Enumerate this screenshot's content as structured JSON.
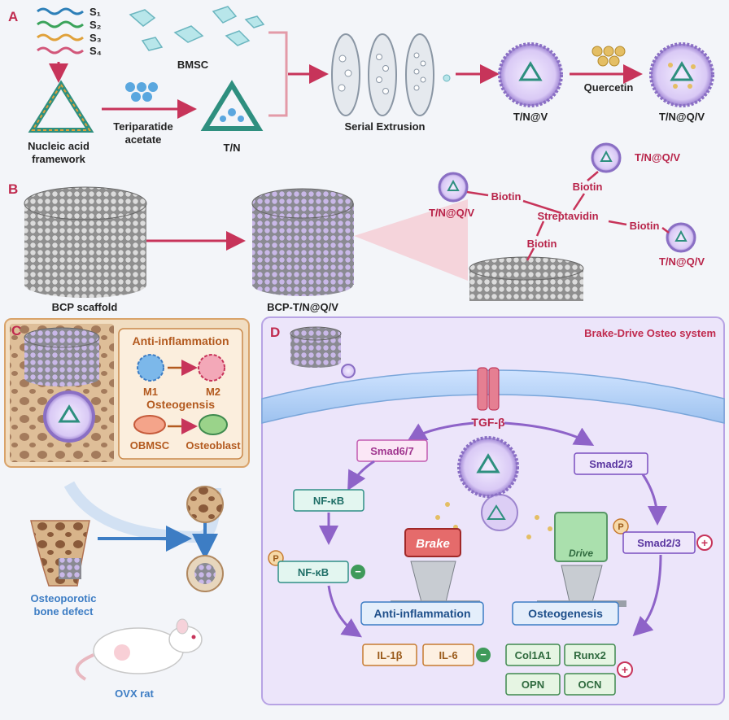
{
  "panel_a": {
    "tag": "A",
    "strands": [
      "S₁",
      "S₂",
      "S₃",
      "S₄"
    ],
    "bmsc": "BMSC",
    "nucleic_line1": "Nucleic acid",
    "nucleic_line2": "framework",
    "teri_line1": "Teriparatide",
    "teri_line2": "acetate",
    "tn": "T/N",
    "serial": "Serial Extrusion",
    "tnv": "T/N@V",
    "quercetin": "Quercetin",
    "tnqv": "T/N@Q/V"
  },
  "panel_b": {
    "tag": "B",
    "bcp": "BCP scaffold",
    "bcp_tnqv": "BCP-T/N@Q/V",
    "biotin": "Biotin",
    "streptavidin": "Streptavidin",
    "tnqv": "T/N@Q/V"
  },
  "panel_c": {
    "tag": "C",
    "anti": "Anti-inflammation",
    "m1": "M1",
    "m2": "M2",
    "osteo": "Osteogensis",
    "obmsc": "OBMSC",
    "osteoblast": "Osteoblast",
    "defect_line1": "Osteoporotic",
    "defect_line2": "bone defect",
    "rat": "OVX rat"
  },
  "panel_d": {
    "tag": "D",
    "title": "Brake-Drive Osteo system",
    "tgf": "TGF-β",
    "smad67": "Smad6/7",
    "smad23": "Smad2/3",
    "nfkb": "NF-κB",
    "p": "P",
    "brake": "Brake",
    "drive": "Drive",
    "anti": "Anti-inflammation",
    "osteogenesis": "Osteogenesis",
    "il1b": "IL-1β",
    "il6": "IL-6",
    "col1a1": "Col1A1",
    "runx2": "Runx2",
    "opn": "OPN",
    "ocn": "OCN",
    "minus": "−",
    "plus": "+"
  },
  "colors": {
    "accent_red": "#c7345a",
    "purple": "#7a4fc0",
    "green": "#3f8a4e",
    "teal": "#2f8f86",
    "orange": "#c77b30"
  }
}
